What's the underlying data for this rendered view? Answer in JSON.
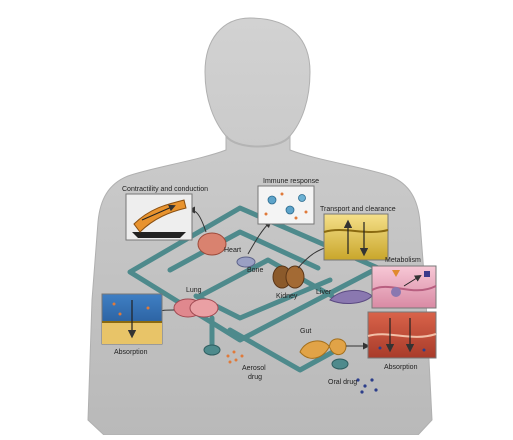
{
  "labels": {
    "contractility": "Contractility and conduction",
    "immune": "Immune response",
    "transport": "Transport and clearance",
    "metabolism": "Metabolism",
    "heart": "Heart",
    "bone": "Bone",
    "kidney": "Kidney",
    "liver": "Liver",
    "lung": "Lung",
    "gut": "Gut",
    "absorption_left": "Absorption",
    "absorption_right": "Absorption",
    "aerosol_line1": "Aerosol",
    "aerosol_line2": "drug",
    "oral": "Oral drug"
  },
  "colors": {
    "body": "#c9c9c9",
    "circuit": "#4e8a8c",
    "heart": "#d9826f",
    "lung": "#e0888e",
    "kidney": "#8b5a2b",
    "liver": "#8a78b0",
    "gut": "#e1a347",
    "bone": "#9aa0c4"
  }
}
